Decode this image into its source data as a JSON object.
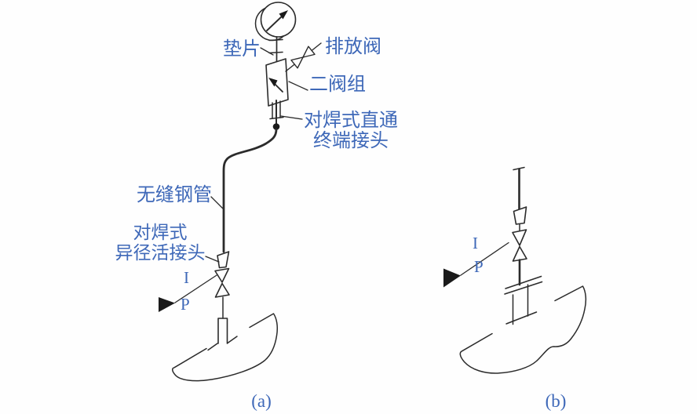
{
  "colors": {
    "label_blue": "#3e68b8",
    "line": "#2b2b2b",
    "background": "#fefefe"
  },
  "figure_a": {
    "caption": "(a)",
    "labels": {
      "gasket": "垫片",
      "drain_valve": "排放阀",
      "valve_manifold": "二阀组",
      "terminal_joint_line1": "对焊式直通",
      "terminal_joint_line2": "终端接头",
      "seamless_pipe": "无缝钢管",
      "reducing_union_line1": "对焊式",
      "reducing_union_line2": "异径活接头"
    },
    "markers": {
      "instrument": "I",
      "process": "P"
    }
  },
  "figure_b": {
    "caption": "(b)",
    "markers": {
      "instrument": "I",
      "process": "P"
    }
  }
}
